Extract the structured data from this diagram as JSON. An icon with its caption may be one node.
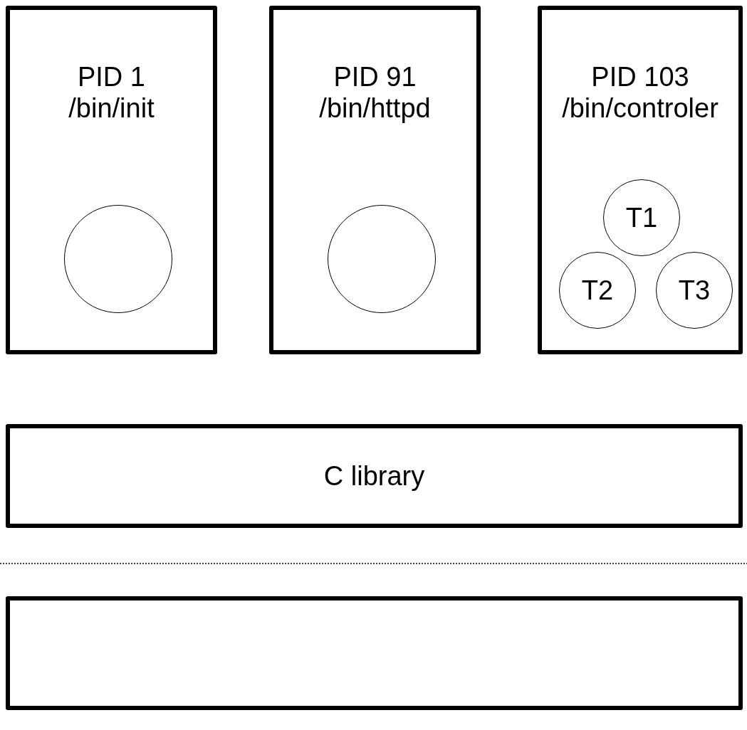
{
  "diagram": {
    "nodes": [
      {
        "text": [
          "PID 1",
          "/bin/init"
        ]
      },
      {
        "text": [],
        "shape": "circle",
        "in": 0
      },
      {
        "text": [
          "PID 91",
          "/bin/httpd"
        ]
      },
      {
        "text": [],
        "shape": "circle",
        "in": 2
      },
      {
        "text": [
          "PID 103",
          "/bin/controler"
        ]
      },
      {
        "text": [
          "T1"
        ],
        "in": 4
      },
      {
        "text": [
          "T2"
        ],
        "in": 4
      },
      {
        "text": [
          "T3"
        ],
        "in": 4
      },
      {
        "text": [
          "C library"
        ]
      },
      {
        "text": [],
        "shape": "box"
      }
    ],
    "edges": []
  }
}
